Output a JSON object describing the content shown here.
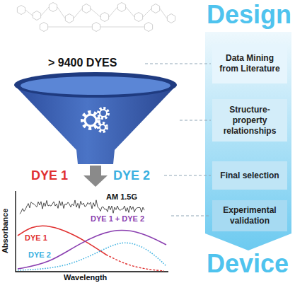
{
  "diagram": {
    "nodes": [
      {
        "text": [
          "Data Mining from Literature"
        ]
      },
      {
        "text": [
          "Structure-property relationships"
        ]
      },
      {
        "text": [
          "Final selection"
        ]
      },
      {
        "text": [
          "Experimental validation"
        ]
      }
    ],
    "labels": [
      "Design",
      "> 9400 DYES",
      "DYE 1",
      "DYE 2",
      "AM 1.5G",
      "DYE 1 + DYE 2",
      "DYE 1",
      "DYE 2",
      "Absorbance",
      "Wavelength",
      "Device"
    ]
  }
}
